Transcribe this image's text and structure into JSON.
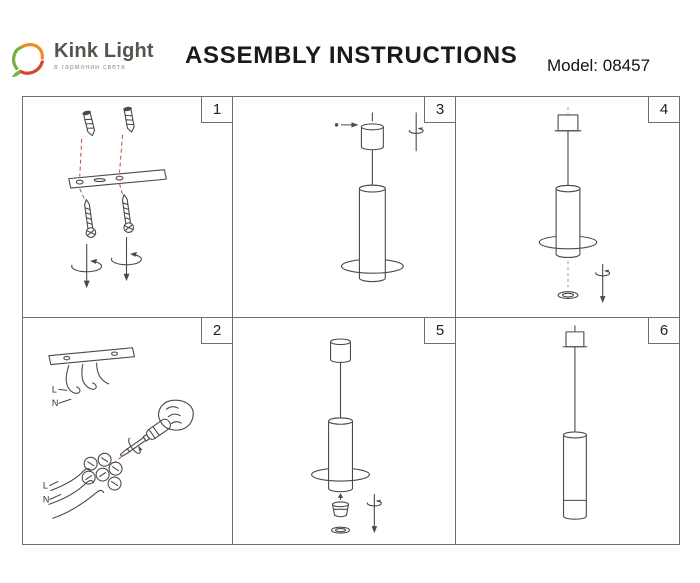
{
  "header": {
    "logo": {
      "brand": "Kink Light",
      "tagline": "в гармонии света"
    },
    "title": "ASSEMBLY INSTRUCTIONS",
    "model_label": "Model: 08457"
  },
  "panels": [
    {
      "number": "1"
    },
    {
      "number": "2"
    },
    {
      "number": "3"
    },
    {
      "number": "4"
    },
    {
      "number": "5"
    },
    {
      "number": "6"
    }
  ],
  "wiring": {
    "live": "L",
    "neutral": "N"
  },
  "colors": {
    "accent_red": "#c7493a",
    "line_gray": "#4a4a4a",
    "logo_green": "#76b043",
    "logo_orange": "#ef8b22",
    "logo_red": "#d6452e"
  }
}
